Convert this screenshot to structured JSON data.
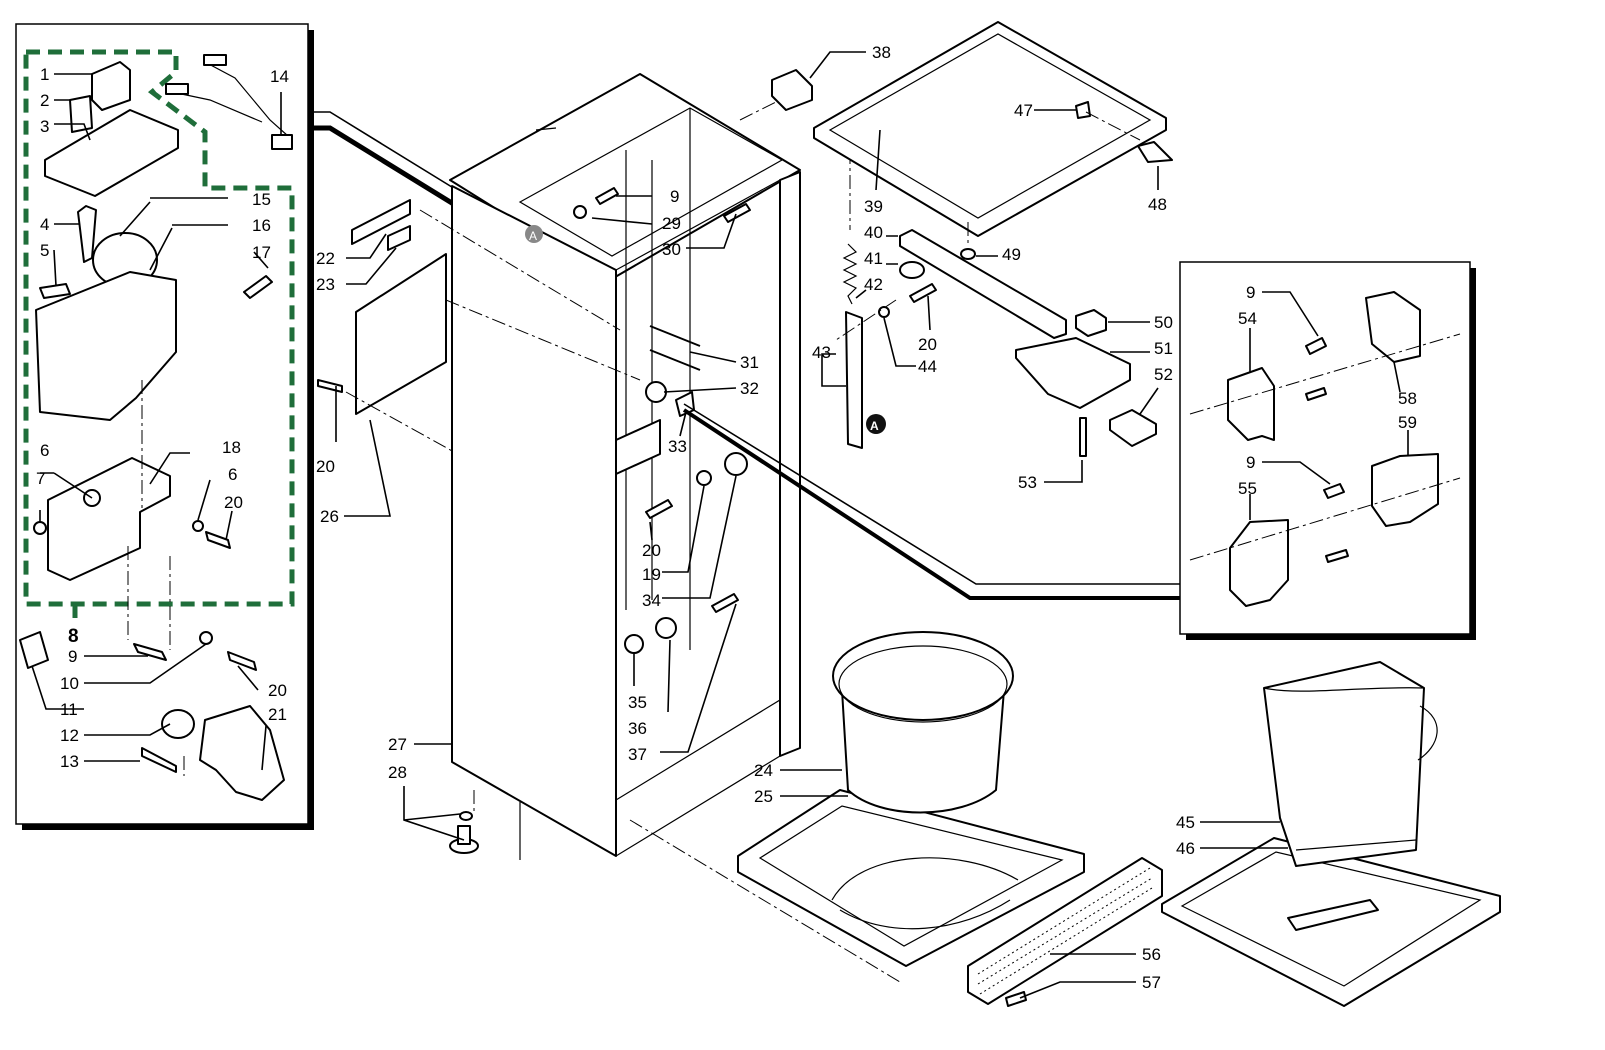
{
  "diagram": {
    "kit_marker": "8",
    "colors": {
      "kit_outline": "#1f6e3a",
      "line": "#000000",
      "background": "#ffffff"
    },
    "callouts": {
      "c1": "1",
      "c2": "2",
      "c3": "3",
      "c4": "4",
      "c5": "5",
      "c6a": "6",
      "c6b": "6",
      "c7": "7",
      "c9a": "9",
      "c9b": "9",
      "c9c": "9",
      "c9d": "9",
      "c10": "10",
      "c11": "11",
      "c12": "12",
      "c13": "13",
      "c14": "14",
      "c15": "15",
      "c16": "16",
      "c17": "17",
      "c18": "18",
      "c19": "19",
      "c20a": "20",
      "c20b": "20",
      "c20c": "20",
      "c20d": "20",
      "c20e": "20",
      "c21": "21",
      "c22": "22",
      "c23": "23",
      "c24": "24",
      "c25": "25",
      "c26": "26",
      "c27": "27",
      "c28": "28",
      "c29": "29",
      "c30": "30",
      "c31": "31",
      "c32": "32",
      "c33": "33",
      "c34": "34",
      "c35": "35",
      "c36": "36",
      "c37": "37",
      "c38": "38",
      "c39": "39",
      "c40": "40",
      "c41": "41",
      "c42": "42",
      "c43": "43",
      "c44": "44",
      "c45": "45",
      "c46": "46",
      "c47": "47",
      "c48": "48",
      "c49": "49",
      "c50": "50",
      "c51": "51",
      "c52": "52",
      "c53": "53",
      "c54": "54",
      "c55": "55",
      "c56": "56",
      "c57": "57",
      "c58": "58",
      "c59": "59"
    },
    "ref_marks": {
      "a1": "A",
      "a2": "A"
    }
  }
}
